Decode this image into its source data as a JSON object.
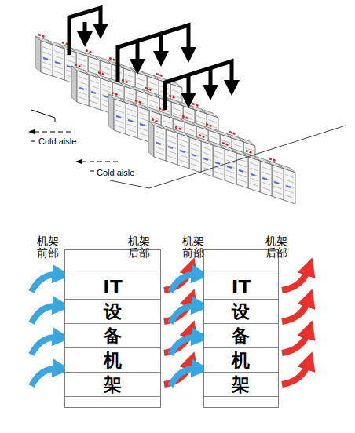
{
  "diagram": {
    "nodes": [
      {
        "text": [
          "IT 设 备 机 架"
        ]
      },
      {
        "text": [
          "IT 设 备 机 架"
        ]
      }
    ],
    "labels": [
      "Cold aisle",
      "Cold aisle",
      "机架前部",
      "机架后部",
      "机架前部",
      "机架后部"
    ]
  }
}
